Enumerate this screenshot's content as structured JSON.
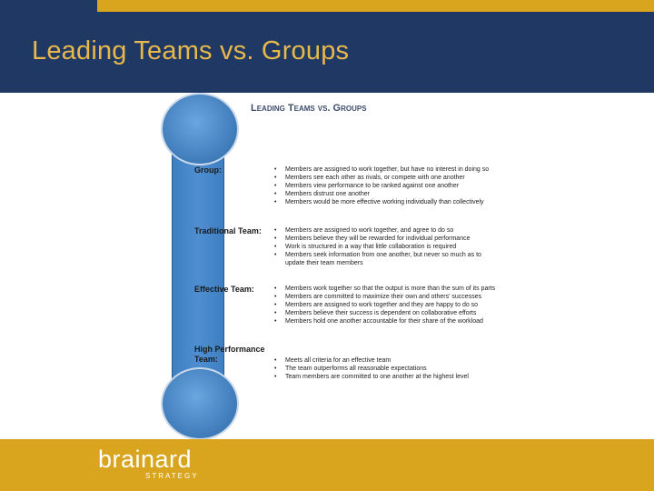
{
  "header": {
    "title": "Leading Teams vs. Groups"
  },
  "document": {
    "title": "Leading Teams vs. Groups",
    "categories": [
      {
        "label": "Group:",
        "bullets": [
          "Members are assigned to work together, but have no interest in doing so",
          "Members see each other as rivals, or compete with one another",
          "Members view performance to be ranked against one another",
          "Members distrust one another",
          "Members would be more effective working individually than collectively"
        ]
      },
      {
        "label": "Traditional Team:",
        "bullets": [
          "Members are assigned to work together, and agree to do so",
          "Members believe they will be rewarded for individual performance",
          "Work is structured in a way that little collaboration is required",
          "Members seek information from one another, but never so much as to update their team members"
        ]
      },
      {
        "label": "Effective Team:",
        "bullets": [
          "Members work together so that the output is more than the sum of its parts",
          "Members are committed to maximize their own and others' successes",
          "Members are assigned to work together and they are happy to do so",
          "Members believe their success is dependent on collaborative efforts",
          "Members hold one another accountable for their share of the workload"
        ]
      },
      {
        "label": "High Performance Team:",
        "bullets": [
          "Meets all criteria for an effective team",
          "The team outperforms all reasonable expectations",
          "Team members are committed to one another at the highest level"
        ]
      }
    ]
  },
  "footer": {
    "logo_word": "brainard",
    "logo_sub": "STRATEGY"
  }
}
